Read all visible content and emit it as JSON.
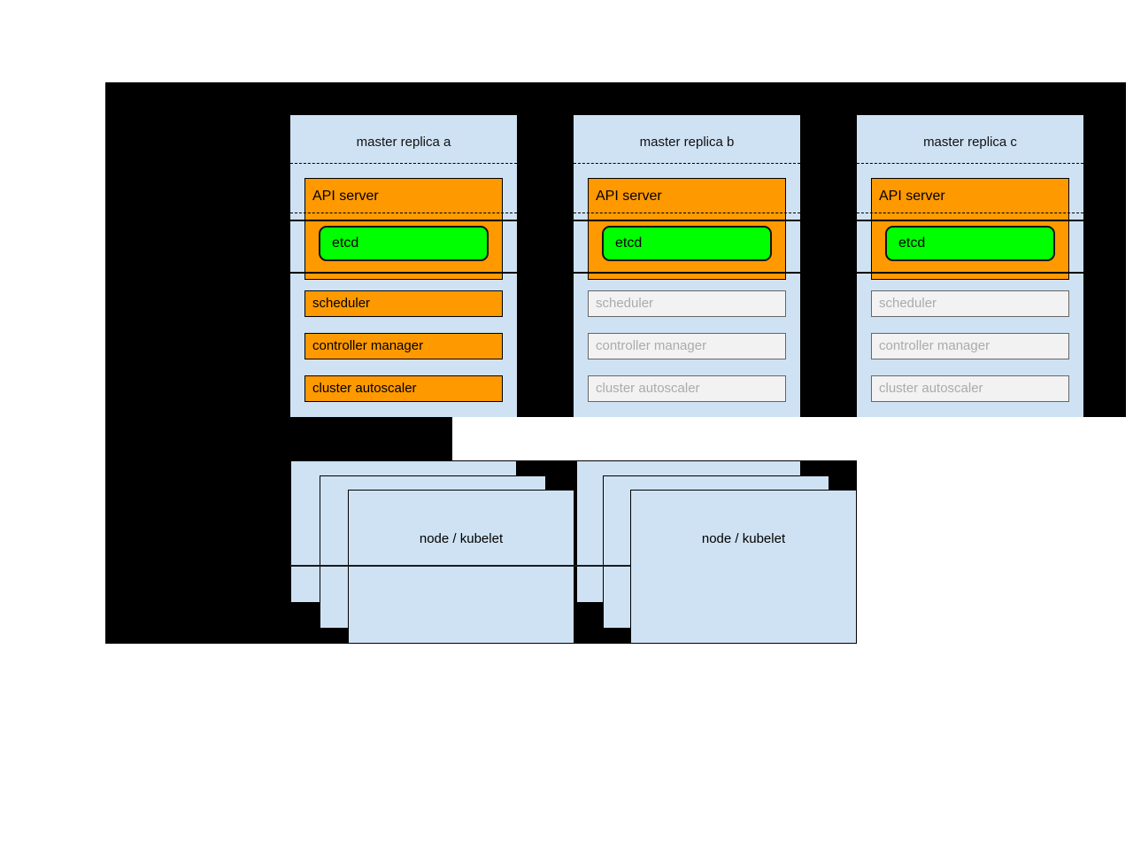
{
  "diagram": {
    "replicas": [
      {
        "title": "master replica a",
        "highlighted": true,
        "components": {
          "api_server": "API server",
          "etcd": "etcd",
          "scheduler": "scheduler",
          "controller_manager": "controller manager",
          "cluster_autoscaler": "cluster autoscaler"
        }
      },
      {
        "title": "master replica b",
        "highlighted": false,
        "components": {
          "api_server": "API server",
          "etcd": "etcd",
          "scheduler": "scheduler",
          "controller_manager": "controller manager",
          "cluster_autoscaler": "cluster autoscaler"
        }
      },
      {
        "title": "master replica c",
        "highlighted": false,
        "components": {
          "api_server": "API server",
          "etcd": "etcd",
          "scheduler": "scheduler",
          "controller_manager": "controller manager",
          "cluster_autoscaler": "cluster autoscaler"
        }
      }
    ],
    "node_stacks": [
      {
        "label": "node / kubelet",
        "stacked_boxes": 3
      },
      {
        "label": "node / kubelet",
        "stacked_boxes": 3
      }
    ],
    "colors": {
      "panel_blue": "#cfe2f3",
      "active_orange": "#ff9900",
      "etcd_green": "#00ff00",
      "inactive_fill": "#f2f2f2",
      "inactive_border": "#666666",
      "inactive_text": "#ababab",
      "backdrop_black": "#000000",
      "page_white": "#ffffff"
    }
  }
}
